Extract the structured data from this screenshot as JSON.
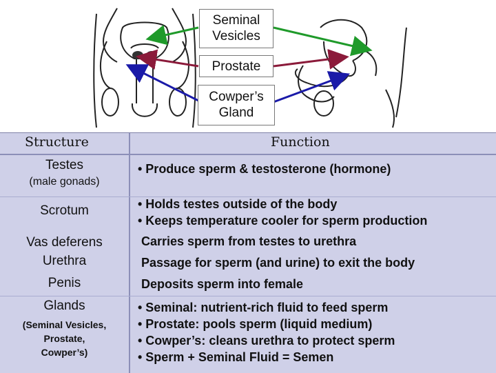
{
  "callouts": {
    "seminal_vesicles": "Seminal\nVesicles",
    "prostate": "Prostate",
    "cowpers_gland": "Cowper’s\nGland"
  },
  "colors": {
    "seminal_arrow": "#1f9a2a",
    "prostate_arrow": "#8b1a3a",
    "cowpers_arrow": "#1a1aa8",
    "table_bg": "#cfd0e8"
  },
  "table": {
    "headers": {
      "structure": "Structure",
      "function": "Function"
    },
    "rows": [
      {
        "structure": "Testes",
        "structure_sub": "(male gonads)",
        "functions": [
          "• Produce sperm & testosterone (hormone)"
        ]
      },
      {
        "structure": "Scrotum",
        "functions": [
          "• Holds testes outside of the body",
          "• Keeps temperature cooler for sperm production"
        ]
      },
      {
        "structure": "Vas deferens",
        "functions": [
          "Carries sperm from testes to urethra"
        ]
      },
      {
        "structure": "Urethra",
        "functions": [
          "Passage for sperm (and urine) to exit the body"
        ]
      },
      {
        "structure": "Penis",
        "functions": [
          "Deposits sperm into female"
        ]
      },
      {
        "structure": "Glands",
        "structure_sub": "(Seminal Vesicles,\nProstate,\nCowper’s)",
        "functions": [
          "• Seminal: nutrient-rich fluid to feed sperm",
          "• Prostate: pools sperm (liquid medium)",
          "• Cowper’s: cleans urethra to protect sperm",
          "• Sperm + Seminal Fluid = Semen"
        ]
      }
    ]
  }
}
